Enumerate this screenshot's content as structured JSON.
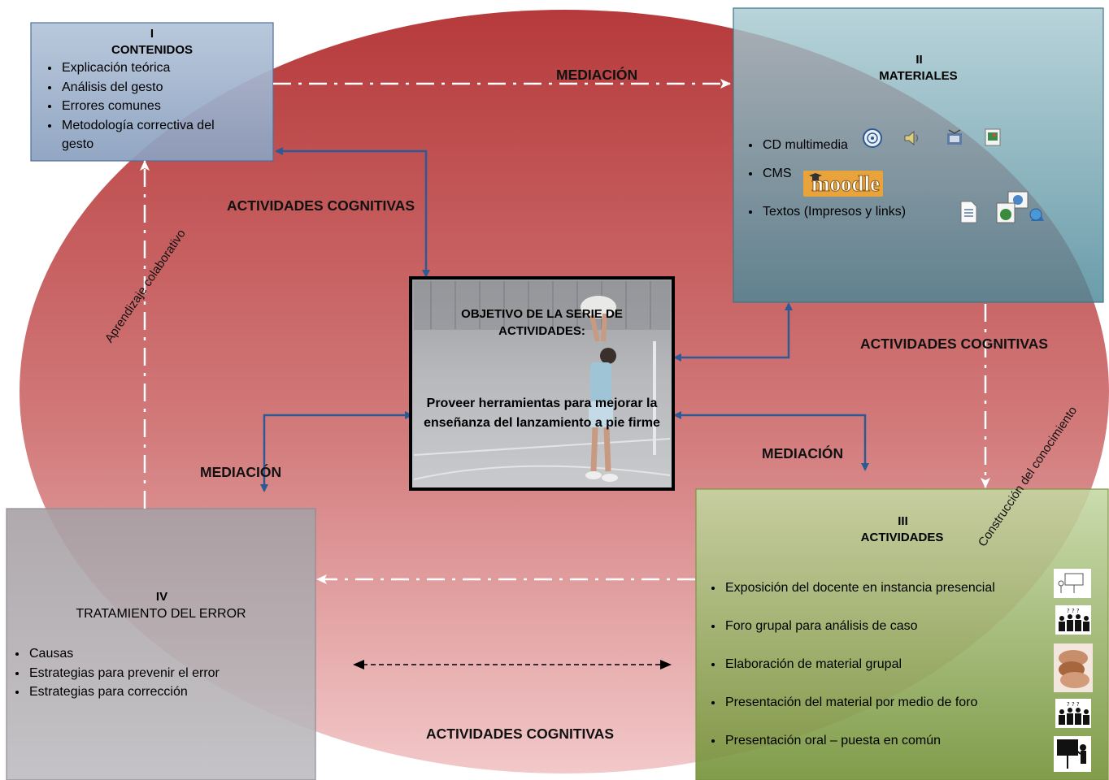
{
  "boxes": {
    "contenidos": {
      "number": "I",
      "title": "CONTENIDOS",
      "items": [
        "Explicación teórica",
        "Análisis del gesto",
        "Errores comunes",
        "Metodología correctiva del gesto"
      ]
    },
    "materiales": {
      "number": "II",
      "title": "MATERIALES",
      "items": [
        "CD multimedia",
        "CMS",
        "Textos (Impresos y links)"
      ],
      "cms_logo_text": "moodle"
    },
    "actividades": {
      "number": "III",
      "title": "ACTIVIDADES",
      "items": [
        "Exposición del docente en instancia presencial",
        "Foro grupal para análisis de caso",
        "Elaboración de material grupal",
        "Presentación del material por medio de foro",
        "Presentación oral – puesta en común"
      ]
    },
    "error": {
      "number": "IV",
      "title": "TRATAMIENTO DEL ERROR",
      "items": [
        "Causas",
        "Estrategias para prevenir el error",
        "Estrategias para corrección"
      ]
    }
  },
  "center": {
    "heading": "OBJETIVO DE LA SERIE DE ACTIVIDADES:",
    "body": "Proveer herramientas para mejorar la enseñanza del lanzamiento a pie firme"
  },
  "labels": {
    "mediacion_top": "MEDIACIÓN",
    "cognitivas_top": "ACTIVIDADES COGNITIVAS",
    "cognitivas_right": "ACTIVIDADES COGNITIVAS",
    "mediacion_right": "MEDIACIÓN",
    "mediacion_left": "MEDIACIÓN",
    "cognitivas_bottom": "ACTIVIDADES COGNITIVAS",
    "aprendizaje": "Aprendizaje colaborativo",
    "construccion": "Construcción del conocimiento"
  },
  "icons": {
    "cd": [
      "cd-disc-icon",
      "speaker-icon",
      "film-icon",
      "image-icon"
    ],
    "textos": [
      "document-icon",
      "web-links-icon"
    ],
    "actividades": [
      "presentation-sketch-icon",
      "group-forum-icon",
      "hands-icon",
      "group-forum-icon",
      "presenter-icon"
    ]
  },
  "colors": {
    "ellipse_top": "#b63c3d",
    "ellipse_bottom": "#f0c3c4",
    "arrow_blue": "#2e5a93",
    "box_contenidos": "#93a8c6",
    "box_materiales": "#5d97a5",
    "box_actividades": "#9cb366",
    "box_error": "#a5a3a8"
  }
}
